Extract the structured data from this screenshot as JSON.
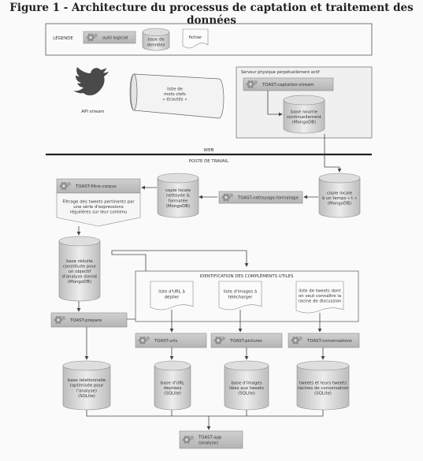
{
  "title": "Figure 1 - Architecture du processus de captation et traitement des données",
  "legend": {
    "heading": "LÉGENDE",
    "tool": "outil logiciel",
    "db": [
      "base de",
      "données"
    ],
    "file": "fichier"
  },
  "api": "API stream",
  "keywords": [
    "liste de",
    "mots clefs",
    "« écoutés »"
  ],
  "server": {
    "title": "Serveur physique perpétuellement actif",
    "tool": "TOAST-captation-stream",
    "db": [
      "base nourrie",
      "continuellement",
      "(MongoDB)"
    ]
  },
  "web": "WEB",
  "workstation": "POSTE DE TRAVAIL",
  "local_copy": [
    "copie locale",
    "à un temps « t »",
    "(MongoDB)"
  ],
  "cleaning_tool": "TOAST-nettoyage-formatage",
  "clean_copy": [
    "copie locale",
    "nettoyée &",
    "formatée",
    "(MongoDB)"
  ],
  "filter_tool": "TOAST-filtre-corpus",
  "filter_desc": [
    "Filtrage des tweets pertinents par",
    "une série d'expressions",
    "régulières sur leur contenu"
  ],
  "reduced_db": [
    "base réduite",
    "constituée pour",
    "un objectif",
    "d'analyse donné",
    "(MongoDB)"
  ],
  "prepare_tool": "TOAST-prepare",
  "complements": {
    "title": "IDENTIFICATION DES COMPLÉMENTS UTILES",
    "urls_file": [
      "liste d'URL à",
      "déplier"
    ],
    "images_file": [
      "liste d'images à",
      "télécharger"
    ],
    "conv_file": [
      "liste de tweets dont",
      "on veut connaître la",
      "racine de discussion"
    ]
  },
  "tools": {
    "urls": "TOAST-urls",
    "pictures": "TOAST-pictures",
    "conversations": "TOAST-conversations"
  },
  "dbs": {
    "relational": [
      "base relationnelle",
      "(optimisée pour",
      "l'analyse)",
      "(SQLite)"
    ],
    "urls": [
      "base d'URL",
      "dépliées",
      "(SQLite)"
    ],
    "images": [
      "base d'images",
      "liées aux tweets",
      "(SQLite)"
    ],
    "tweets": [
      "tweets et leurs tweets",
      "racines de conversation",
      "(SQLite)"
    ]
  },
  "app": [
    "TOAST-app",
    "(analyse)"
  ]
}
